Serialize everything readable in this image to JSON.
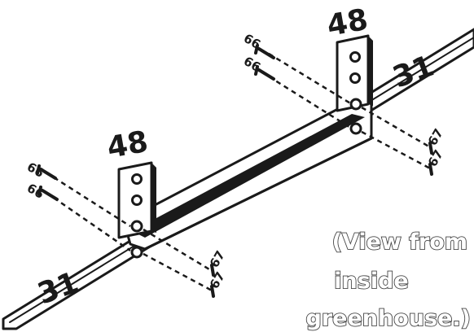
{
  "labels": {
    "bracket": "48",
    "bar": "31",
    "bolt": "66",
    "nut": "67"
  },
  "caption": {
    "line1": "(View from",
    "line2": "inside",
    "line3": "greenhouse.)"
  },
  "colors": {
    "ink": "#1a1a1a",
    "caption_fill": "#ffffff",
    "caption_outline": "#444444",
    "background": "#ffffff"
  }
}
